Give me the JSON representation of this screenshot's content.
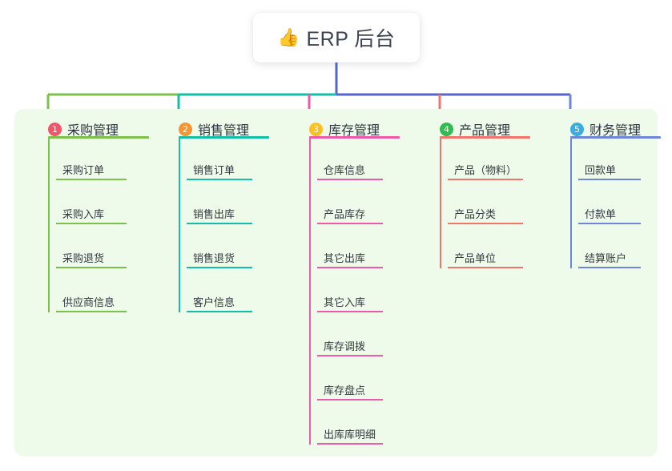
{
  "page": {
    "background": "#ffffff",
    "panel_background": "#eefbea"
  },
  "title": {
    "icon": "thumbs-up-icon",
    "icon_glyph": "👍",
    "text": "ERP 后台"
  },
  "connector": {
    "stem_color": "#5566c8",
    "bar_left_color": "#7cc24a",
    "bar_mid_color": "#13bfa6",
    "bar_right_color": "#5566c8"
  },
  "columns": [
    {
      "index": "1",
      "title": "采购管理",
      "badge_color": "#f2566b",
      "accent": "#7cc24a",
      "items": [
        "采购订单",
        "采购入库",
        "采购退货",
        "供应商信息"
      ]
    },
    {
      "index": "2",
      "title": "销售管理",
      "badge_color": "#f79432",
      "accent": "#13bfa6",
      "items": [
        "销售订单",
        "销售出库",
        "销售退货",
        "客户信息"
      ]
    },
    {
      "index": "3",
      "title": "库存管理",
      "badge_color": "#fcc024",
      "accent": "#ef5aa8",
      "items": [
        "仓库信息",
        "产品库存",
        "其它出库",
        "其它入库",
        "库存调拨",
        "库存盘点",
        "出库库明细"
      ]
    },
    {
      "index": "4",
      "title": "产品管理",
      "badge_color": "#2fbd4f",
      "accent": "#f4746b",
      "items": [
        "产品（物料）",
        "产品分类",
        "产品单位"
      ]
    },
    {
      "index": "5",
      "title": "财务管理",
      "badge_color": "#3cacdd",
      "accent": "#6f86d8",
      "items": [
        "回款单",
        "付款单",
        "结算账户"
      ]
    }
  ]
}
